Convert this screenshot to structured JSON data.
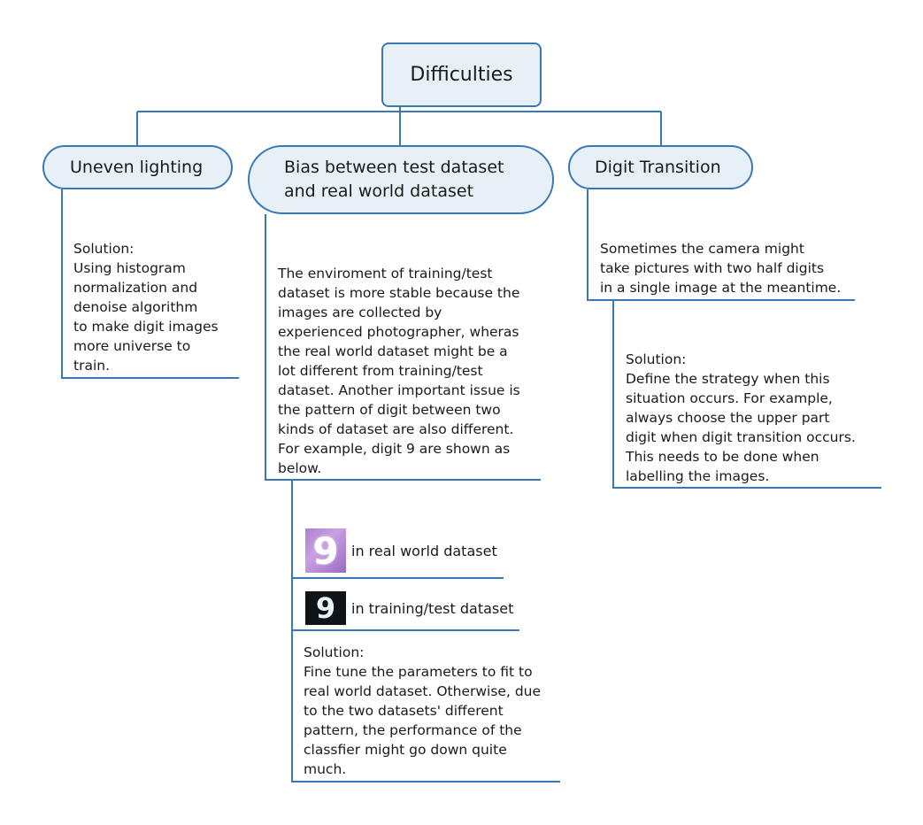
{
  "root": {
    "label": "Difficulties"
  },
  "topics": [
    {
      "label": "Uneven lighting",
      "notes": [
        {
          "lines": [
            "Solution:",
            "Using histogram",
            "normalization and",
            "denoise algorithm",
            "to make digit images",
            "more universe to",
            "train."
          ]
        }
      ]
    },
    {
      "label_lines": [
        "Bias between test dataset",
        "and real world dataset"
      ],
      "notes": [
        {
          "lines": [
            "The enviroment of training/test",
            "dataset is more stable because the",
            "images are collected by",
            "experienced photographer, wheras",
            "the real world dataset might be a",
            "lot different from training/test",
            "dataset. Another important issue is",
            "the pattern of digit between two",
            "kinds of dataset are also different.",
            "For example, digit 9 are shown as",
            "below."
          ]
        }
      ],
      "examples": [
        {
          "image_digit": "9",
          "caption": "in real world dataset"
        },
        {
          "image_digit": "9",
          "caption": "in training/test dataset"
        }
      ],
      "solution": {
        "lines": [
          "Solution:",
          "Fine tune the parameters to fit to",
          "real world dataset. Otherwise, due",
          "to the two datasets' different",
          "pattern, the performance of the",
          "classfier might go down quite",
          "much."
        ]
      }
    },
    {
      "label": "Digit Transition",
      "notes": [
        {
          "lines": [
            "Sometimes the camera might",
            "take pictures with two half digits",
            "in a single image at the meantime."
          ]
        },
        {
          "lines": [
            "Solution:",
            "Define the strategy when this",
            "situation occurs. For example,",
            "always choose the upper part",
            "digit when digit transition occurs.",
            "This needs to be done when",
            "labelling the images."
          ]
        }
      ]
    }
  ],
  "colors": {
    "line": "#3a78b4",
    "node_fill": "#e8f0f7",
    "text": "#1a1a1a"
  }
}
